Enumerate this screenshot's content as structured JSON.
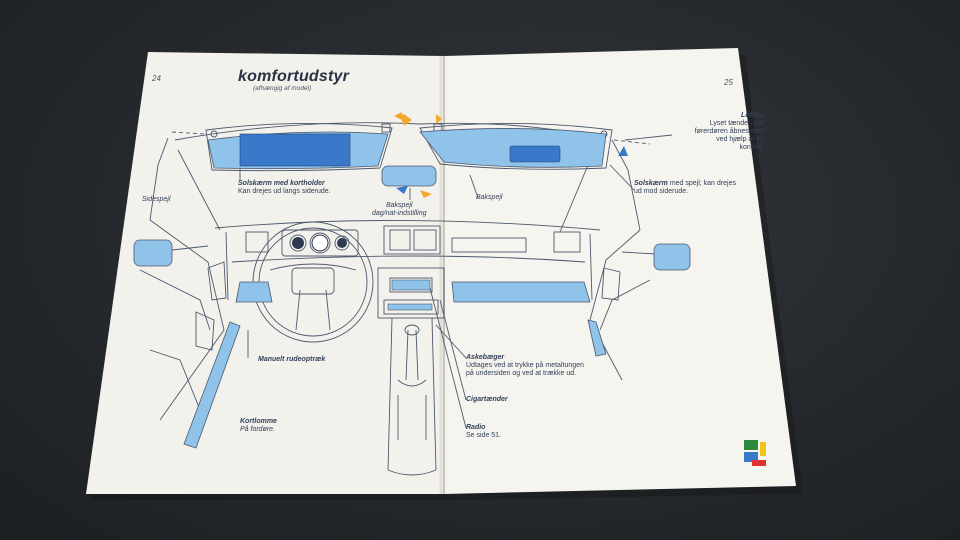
{
  "left_page": {
    "page_number": "24",
    "title": "komfortudstyr",
    "subtitle": "(afhængig af model)",
    "labels": {
      "sidespejl": "Sidespejl",
      "solskaerm_heading": "Solskærm med kortholder",
      "solskaerm_text": "Kan drejes ud langs siderude.",
      "bakspejl_1": "Bakspejl",
      "bakspejl_2": "dag/nat-indstilling",
      "rudeoptraek": "Manuelt rudeoptræk",
      "kortlomme_heading": "Kortlomme",
      "kortlomme_text": "På fordøre."
    }
  },
  "right_page": {
    "page_number": "25",
    "labels": {
      "loftlys_heading": "Loftlys",
      "loftlys_line1": "Lyset tænder, når",
      "loftlys_line2": "førerdøren åbnes eller",
      "loftlys_line3": "ved hjælp af en",
      "loftlys_line4": "kontakt.",
      "bakspejl": "Bakspejl",
      "solskaerm_heading": "Solskærm",
      "solskaerm_text1": "med spejl; kan drejes",
      "solskaerm_text2": "ud mod siderude.",
      "askebaeger_heading": "Askebæger",
      "askebaeger_line1": "Udtages ved at trykke på metaltungen",
      "askebaeger_line2": "på undersiden og ved at trække ud.",
      "cigartaender": "Cigartænder",
      "radio_heading": "Radio",
      "radio_text": "Se side 51."
    }
  },
  "colors": {
    "paper": "#f4f3ee",
    "highlight_blue": "#8fc3ea",
    "dark_blue": "#3a78c9",
    "line": "#48556b",
    "arrow_orange": "#f0a92c"
  }
}
